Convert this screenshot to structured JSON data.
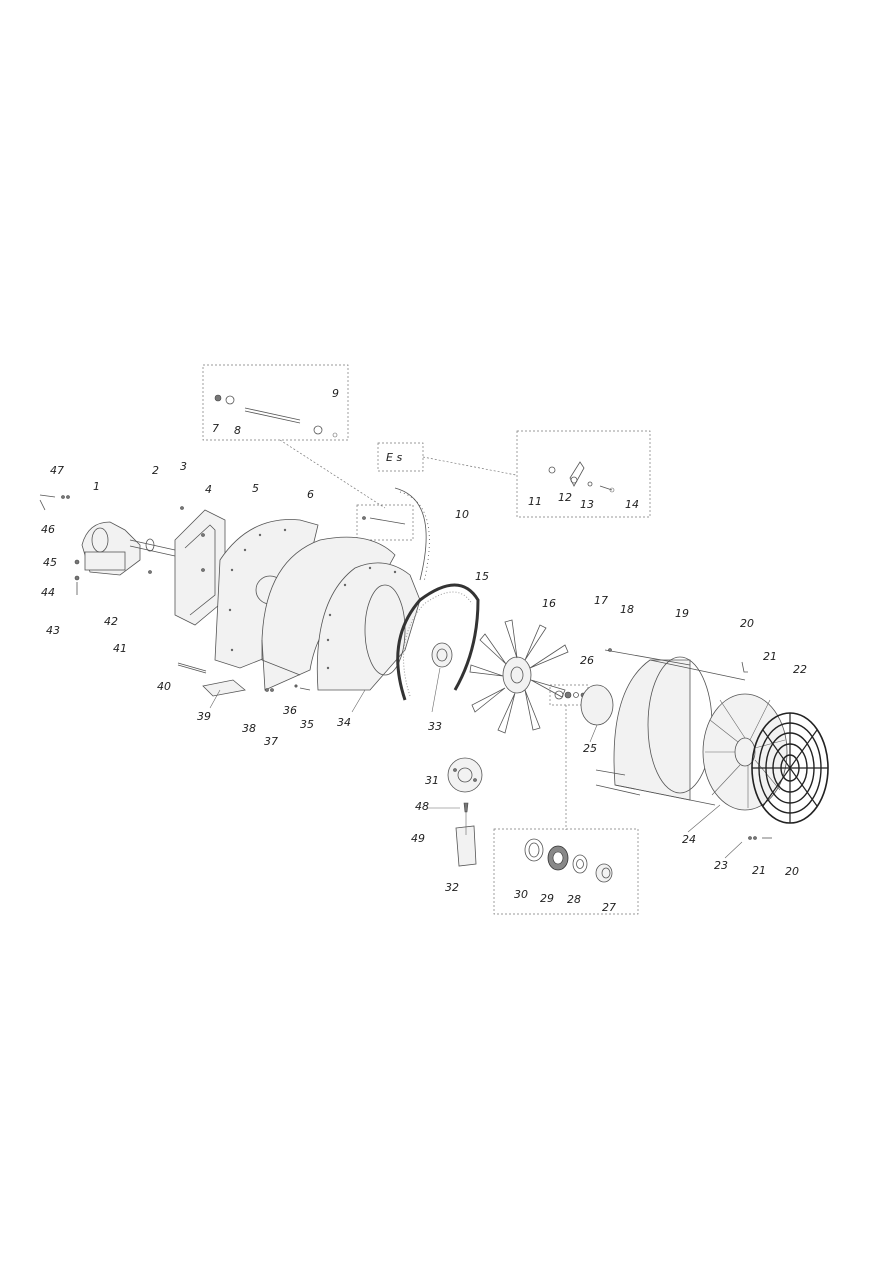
{
  "diagram": {
    "kind": "exploded-parts-view",
    "part_labels": [
      "1",
      "2",
      "3",
      "4",
      "5",
      "6",
      "7",
      "8",
      "9",
      "10",
      "11",
      "12",
      "13",
      "14",
      "15",
      "16",
      "17",
      "18",
      "19",
      "20",
      "21",
      "22",
      "23",
      "24",
      "25",
      "26",
      "27",
      "28",
      "29",
      "30",
      "31",
      "32",
      "33",
      "34",
      "35",
      "36",
      "37",
      "38",
      "39",
      "40",
      "41",
      "42",
      "43",
      "44",
      "45",
      "46",
      "47",
      "48",
      "49",
      "20",
      "21"
    ]
  }
}
